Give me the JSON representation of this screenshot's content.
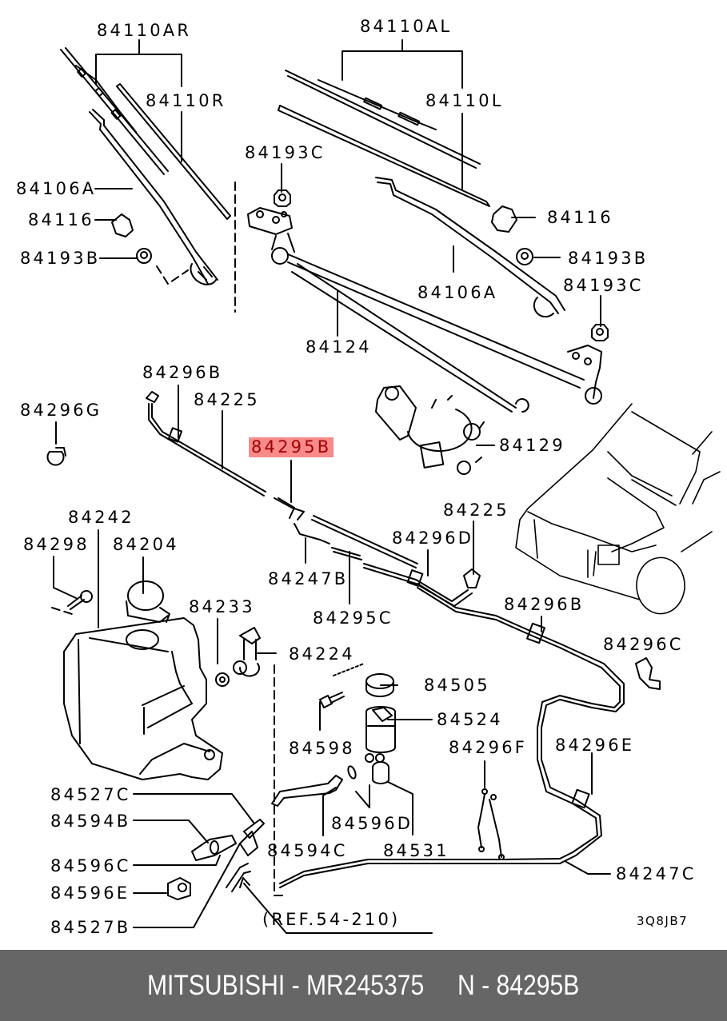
{
  "diagram": {
    "title": "Windshield wiper and washer parts diagram",
    "highlight_color": "#f98a8a",
    "highlighted_part": "84295B",
    "labels": [
      {
        "id": "84110AR",
        "text": "84110AR"
      },
      {
        "id": "84110R",
        "text": "84110R"
      },
      {
        "id": "84106A-left",
        "text": "84106A"
      },
      {
        "id": "84116-left",
        "text": "84116"
      },
      {
        "id": "84193B-left",
        "text": "84193B"
      },
      {
        "id": "84193C-top",
        "text": "84193C"
      },
      {
        "id": "84110AL",
        "text": "84110AL"
      },
      {
        "id": "84110L",
        "text": "84110L"
      },
      {
        "id": "84116-right",
        "text": "84116"
      },
      {
        "id": "84193B-right",
        "text": "84193B"
      },
      {
        "id": "84106A-right",
        "text": "84106A"
      },
      {
        "id": "84193C-right",
        "text": "84193C"
      },
      {
        "id": "84124",
        "text": "84124"
      },
      {
        "id": "84296B-top",
        "text": "84296B"
      },
      {
        "id": "84225-left",
        "text": "84225"
      },
      {
        "id": "84296G",
        "text": "84296G"
      },
      {
        "id": "84295B",
        "text": "84295B"
      },
      {
        "id": "84129",
        "text": "84129"
      },
      {
        "id": "84225-right",
        "text": "84225"
      },
      {
        "id": "84242",
        "text": "84242"
      },
      {
        "id": "84298",
        "text": "84298"
      },
      {
        "id": "84204",
        "text": "84204"
      },
      {
        "id": "84296D",
        "text": "84296D"
      },
      {
        "id": "84247B",
        "text": "84247B"
      },
      {
        "id": "84233",
        "text": "84233"
      },
      {
        "id": "84295C",
        "text": "84295C"
      },
      {
        "id": "84296B-mid",
        "text": "84296B"
      },
      {
        "id": "84224",
        "text": "84224"
      },
      {
        "id": "84296C",
        "text": "84296C"
      },
      {
        "id": "84505",
        "text": "84505"
      },
      {
        "id": "84524",
        "text": "84524"
      },
      {
        "id": "84598",
        "text": "84598"
      },
      {
        "id": "84296F",
        "text": "84296F"
      },
      {
        "id": "84296E",
        "text": "84296E"
      },
      {
        "id": "84527C",
        "text": "84527C"
      },
      {
        "id": "84594B",
        "text": "84594B"
      },
      {
        "id": "84596D",
        "text": "84596D"
      },
      {
        "id": "84594C",
        "text": "84594C"
      },
      {
        "id": "84531",
        "text": "84531"
      },
      {
        "id": "84596C",
        "text": "84596C"
      },
      {
        "id": "84247C",
        "text": "84247C"
      },
      {
        "id": "84596E",
        "text": "84596E"
      },
      {
        "id": "84527B",
        "text": "84527B"
      },
      {
        "id": "ref",
        "text": "(REF.54-210)"
      }
    ],
    "drawing_code": "3Q8JB7"
  },
  "footer": {
    "text": "MITSUBISHI - MR245375     N - 84295B"
  }
}
